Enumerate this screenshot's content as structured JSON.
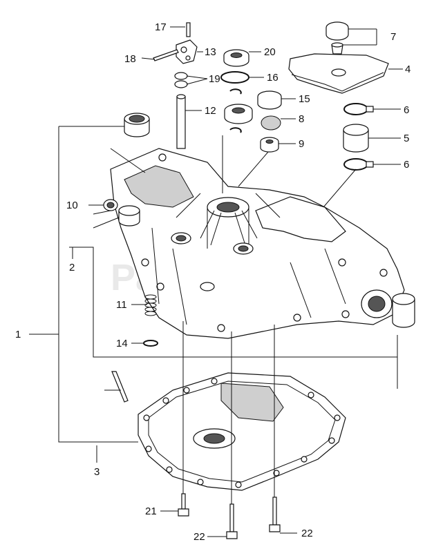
{
  "watermark": "PartsTree",
  "callouts": [
    {
      "id": "17",
      "label": "17"
    },
    {
      "id": "18",
      "label": "18"
    },
    {
      "id": "13",
      "label": "13"
    },
    {
      "id": "20",
      "label": "20"
    },
    {
      "id": "19",
      "label": "19"
    },
    {
      "id": "16",
      "label": "16"
    },
    {
      "id": "12",
      "label": "12"
    },
    {
      "id": "15",
      "label": "15"
    },
    {
      "id": "8",
      "label": "8"
    },
    {
      "id": "9",
      "label": "9"
    },
    {
      "id": "7",
      "label": "7"
    },
    {
      "id": "4",
      "label": "4"
    },
    {
      "id": "6a",
      "label": "6"
    },
    {
      "id": "5",
      "label": "5"
    },
    {
      "id": "6b",
      "label": "6"
    },
    {
      "id": "10",
      "label": "10"
    },
    {
      "id": "2",
      "label": "2"
    },
    {
      "id": "1",
      "label": "1"
    },
    {
      "id": "11",
      "label": "11"
    },
    {
      "id": "14",
      "label": "14"
    },
    {
      "id": "3",
      "label": "3"
    },
    {
      "id": "21",
      "label": "21"
    },
    {
      "id": "22a",
      "label": "22"
    },
    {
      "id": "22b",
      "label": "22"
    }
  ]
}
